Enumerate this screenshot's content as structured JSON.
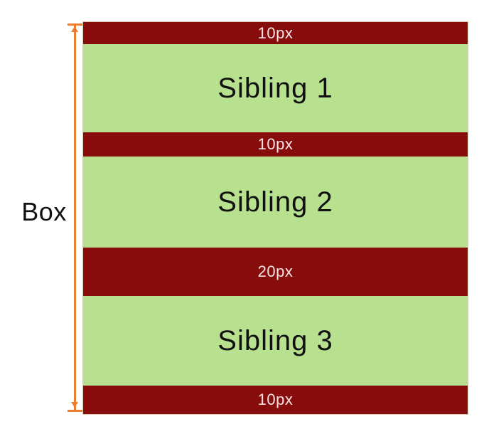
{
  "diagram": {
    "box_label": "Box",
    "rows": [
      {
        "type": "margin",
        "label": "10px"
      },
      {
        "type": "sibling",
        "label": "Sibling 1"
      },
      {
        "type": "margin",
        "label": "10px"
      },
      {
        "type": "sibling",
        "label": "Sibling 2"
      },
      {
        "type": "margin",
        "label": "20px"
      },
      {
        "type": "sibling",
        "label": "Sibling 3"
      },
      {
        "type": "margin",
        "label": "10px"
      }
    ],
    "colors": {
      "margin_fill": "#870D0D",
      "sibling_fill": "#B7E18E",
      "measure_line": "#ED7D31",
      "margin_label_text": "#F4E3E3",
      "label_text": "#111111",
      "background": "#FFFFFF"
    }
  }
}
